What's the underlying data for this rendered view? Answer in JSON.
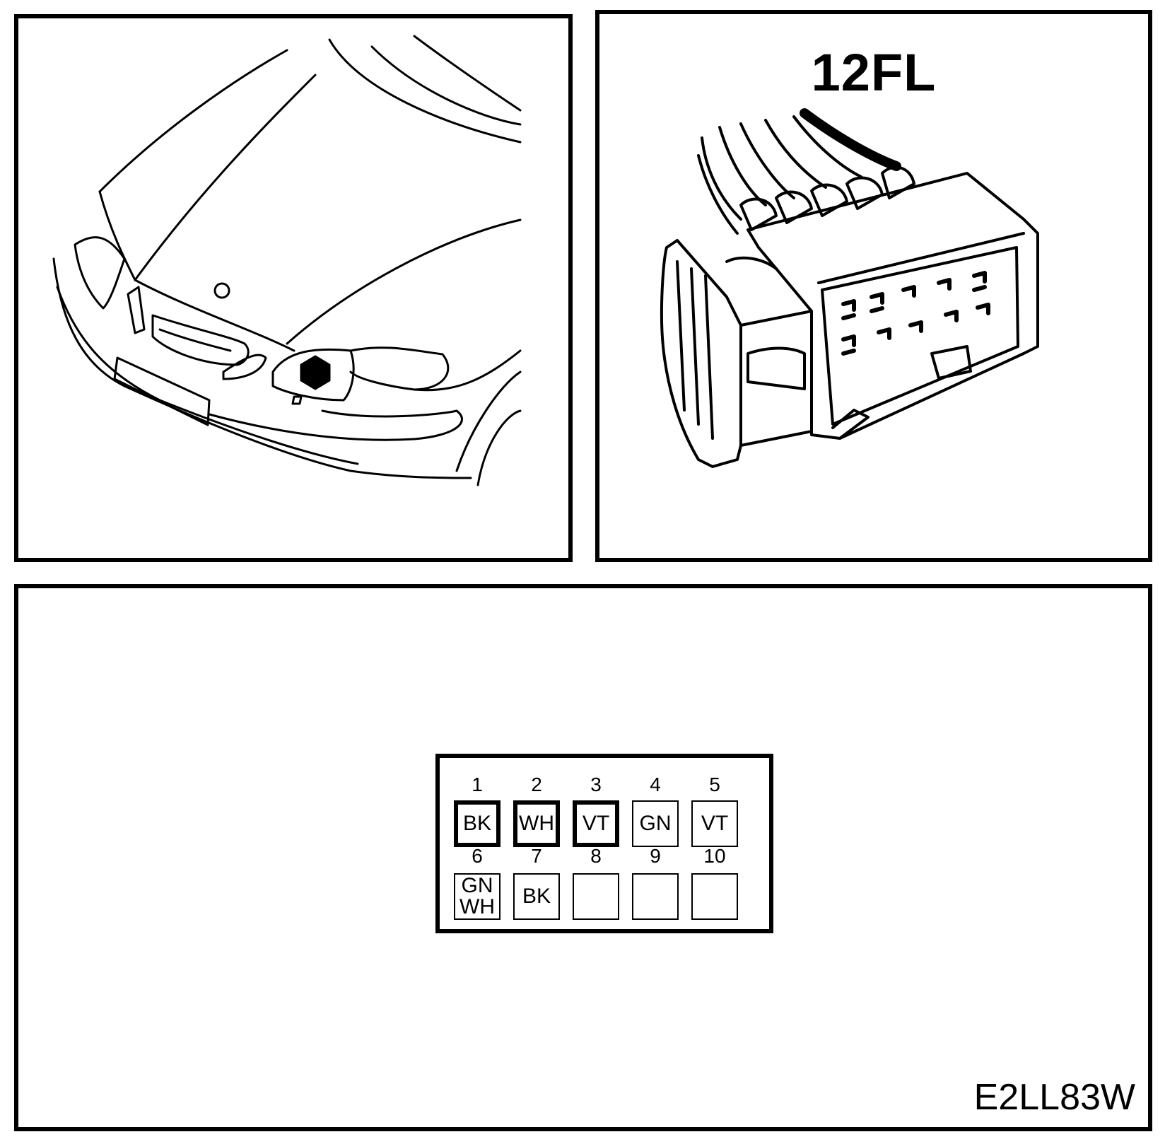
{
  "connector": {
    "title": "12FL"
  },
  "diagram_code": "E2LL83W",
  "pins": [
    {
      "number": "1",
      "colors": [
        "BK"
      ],
      "active": true
    },
    {
      "number": "2",
      "colors": [
        "WH"
      ],
      "active": true
    },
    {
      "number": "3",
      "colors": [
        "VT"
      ],
      "active": true
    },
    {
      "number": "4",
      "colors": [
        "GN"
      ],
      "active": false
    },
    {
      "number": "5",
      "colors": [
        "VT"
      ],
      "active": false
    },
    {
      "number": "6",
      "colors": [
        "GN",
        "WH"
      ],
      "active": false
    },
    {
      "number": "7",
      "colors": [
        "BK"
      ],
      "active": false
    },
    {
      "number": "8",
      "colors": [],
      "active": false
    },
    {
      "number": "9",
      "colors": [],
      "active": false
    },
    {
      "number": "10",
      "colors": [],
      "active": false
    }
  ]
}
